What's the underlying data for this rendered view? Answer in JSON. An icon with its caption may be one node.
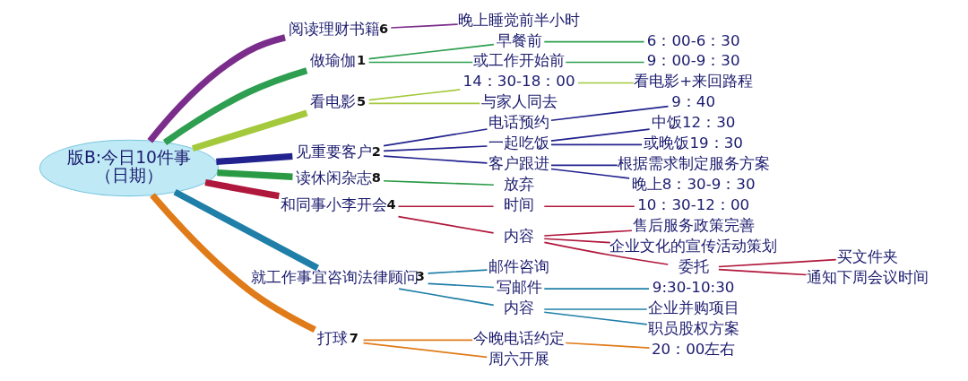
{
  "diagram": {
    "nodes": [
      {
        "text": [
          "版B:今日10件事",
          "（日期）"
        ]
      },
      {
        "text": [
          "阅读理财书籍"
        ],
        "beside": [
          "6"
        ]
      },
      {
        "text": [
          "晚上睡觉前半小时"
        ]
      },
      {
        "text": [
          "做瑜伽"
        ],
        "beside": [
          "1"
        ]
      },
      {
        "text": [
          "早餐前"
        ]
      },
      {
        "text": [
          "6：00-6：30"
        ]
      },
      {
        "text": [
          "或工作开始前"
        ]
      },
      {
        "text": [
          "9：00-9：30"
        ]
      },
      {
        "text": [
          "看电影"
        ],
        "beside": [
          "5"
        ]
      },
      {
        "text": [
          "14：30-18：00"
        ]
      },
      {
        "text": [
          "看电影+来回路程"
        ]
      },
      {
        "text": [
          "与家人同去"
        ]
      },
      {
        "text": [
          "见重要客户"
        ],
        "beside": [
          "2"
        ]
      },
      {
        "text": [
          "电话预约"
        ]
      },
      {
        "text": [
          "9：40"
        ]
      },
      {
        "text": [
          "一起吃饭"
        ]
      },
      {
        "text": [
          "中饭12：30"
        ]
      },
      {
        "text": [
          "或晚饭19：30"
        ]
      },
      {
        "text": [
          "客户跟进"
        ]
      },
      {
        "text": [
          "根据需求制定服务方案"
        ]
      },
      {
        "text": [
          "晚上8：30-9：30"
        ]
      },
      {
        "text": [
          "读休闲杂志"
        ],
        "beside": [
          "8"
        ]
      },
      {
        "text": [
          "放弃"
        ]
      },
      {
        "text": [
          "和同事小李开会"
        ],
        "beside": [
          "4"
        ]
      },
      {
        "text": [
          "时间"
        ]
      },
      {
        "text": [
          "10：30-12：00"
        ]
      },
      {
        "text": [
          "内容"
        ]
      },
      {
        "text": [
          "售后服务政策完善"
        ]
      },
      {
        "text": [
          "企业文化的宣传活动策划"
        ]
      },
      {
        "text": [
          "委托"
        ]
      },
      {
        "text": [
          "买文件夹"
        ]
      },
      {
        "text": [
          "通知下周会议时间"
        ]
      },
      {
        "text": [
          "就工作事宜咨询法律顾问"
        ],
        "beside": [
          "3"
        ]
      },
      {
        "text": [
          "邮件咨询"
        ]
      },
      {
        "text": [
          "写邮件"
        ]
      },
      {
        "text": [
          "9:30-10:30"
        ]
      },
      {
        "text": [
          "内容"
        ]
      },
      {
        "text": [
          "企业并购项目"
        ]
      },
      {
        "text": [
          "职员股权方案"
        ]
      },
      {
        "text": [
          "打球"
        ],
        "beside": [
          "7"
        ]
      },
      {
        "text": [
          "今晚电话约定"
        ]
      },
      {
        "text": [
          "20：00左右"
        ]
      },
      {
        "text": [
          "周六开展"
        ]
      }
    ],
    "edges": [
      {
        "from": 0,
        "to": 1,
        "arrow": "none",
        "style": "thick",
        "color": "#7b2d8b"
      },
      {
        "from": 1,
        "to": 2,
        "arrow": "none",
        "color": "#7b2d8b"
      },
      {
        "from": 0,
        "to": 3,
        "arrow": "none",
        "style": "thick",
        "color": "#2e9e50"
      },
      {
        "from": 3,
        "to": 4,
        "arrow": "none",
        "color": "#2e9e50"
      },
      {
        "from": 4,
        "to": 5,
        "arrow": "none",
        "color": "#2e9e50"
      },
      {
        "from": 3,
        "to": 6,
        "arrow": "none",
        "color": "#2e9e50"
      },
      {
        "from": 6,
        "to": 7,
        "arrow": "none",
        "color": "#2e9e50"
      },
      {
        "from": 0,
        "to": 8,
        "arrow": "none",
        "style": "thick",
        "color": "#a4c93c"
      },
      {
        "from": 8,
        "to": 9,
        "arrow": "none",
        "color": "#a4c93c"
      },
      {
        "from": 9,
        "to": 10,
        "arrow": "none",
        "color": "#a4c93c"
      },
      {
        "from": 8,
        "to": 11,
        "arrow": "none",
        "color": "#a4c93c"
      },
      {
        "from": 0,
        "to": 12,
        "arrow": "none",
        "style": "thick",
        "color": "#23238f"
      },
      {
        "from": 12,
        "to": 13,
        "arrow": "none",
        "color": "#23238f"
      },
      {
        "from": 13,
        "to": 14,
        "arrow": "none",
        "color": "#23238f"
      },
      {
        "from": 12,
        "to": 15,
        "arrow": "none",
        "color": "#23238f"
      },
      {
        "from": 15,
        "to": 16,
        "arrow": "none",
        "color": "#23238f"
      },
      {
        "from": 15,
        "to": 17,
        "arrow": "none",
        "color": "#23238f"
      },
      {
        "from": 12,
        "to": 18,
        "arrow": "none",
        "color": "#23238f"
      },
      {
        "from": 18,
        "to": 19,
        "arrow": "none",
        "color": "#23238f"
      },
      {
        "from": 18,
        "to": 20,
        "arrow": "none",
        "color": "#23238f"
      },
      {
        "from": 0,
        "to": 21,
        "arrow": "none",
        "style": "thick",
        "color": "#2a9a45"
      },
      {
        "from": 21,
        "to": 22,
        "arrow": "none",
        "color": "#2a9a45"
      },
      {
        "from": 0,
        "to": 23,
        "arrow": "none",
        "style": "thick",
        "color": "#b0173c"
      },
      {
        "from": 23,
        "to": 24,
        "arrow": "none",
        "color": "#b0173c"
      },
      {
        "from": 24,
        "to": 25,
        "arrow": "none",
        "color": "#b0173c"
      },
      {
        "from": 23,
        "to": 26,
        "arrow": "none",
        "color": "#b0173c"
      },
      {
        "from": 26,
        "to": 27,
        "arrow": "none",
        "color": "#b0173c"
      },
      {
        "from": 26,
        "to": 28,
        "arrow": "none",
        "color": "#b0173c"
      },
      {
        "from": 26,
        "to": 29,
        "arrow": "none",
        "color": "#b0173c"
      },
      {
        "from": 29,
        "to": 30,
        "arrow": "none",
        "color": "#b0173c"
      },
      {
        "from": 29,
        "to": 31,
        "arrow": "none",
        "color": "#b0173c"
      },
      {
        "from": 0,
        "to": 32,
        "arrow": "none",
        "style": "thick",
        "color": "#1f7fa8"
      },
      {
        "from": 32,
        "to": 33,
        "arrow": "none",
        "color": "#1f7fa8"
      },
      {
        "from": 32,
        "to": 34,
        "arrow": "none",
        "color": "#1f7fa8"
      },
      {
        "from": 34,
        "to": 35,
        "arrow": "none",
        "color": "#1f7fa8"
      },
      {
        "from": 32,
        "to": 36,
        "arrow": "none",
        "color": "#1f7fa8"
      },
      {
        "from": 36,
        "to": 37,
        "arrow": "none",
        "color": "#1f7fa8"
      },
      {
        "from": 36,
        "to": 38,
        "arrow": "none",
        "color": "#1f7fa8"
      },
      {
        "from": 0,
        "to": 39,
        "arrow": "none",
        "style": "thick",
        "color": "#e07b1a"
      },
      {
        "from": 39,
        "to": 40,
        "arrow": "none",
        "color": "#e07b1a"
      },
      {
        "from": 40,
        "to": 41,
        "arrow": "none",
        "color": "#e07b1a"
      },
      {
        "from": 39,
        "to": 42,
        "arrow": "none",
        "color": "#e07b1a"
      }
    ]
  }
}
